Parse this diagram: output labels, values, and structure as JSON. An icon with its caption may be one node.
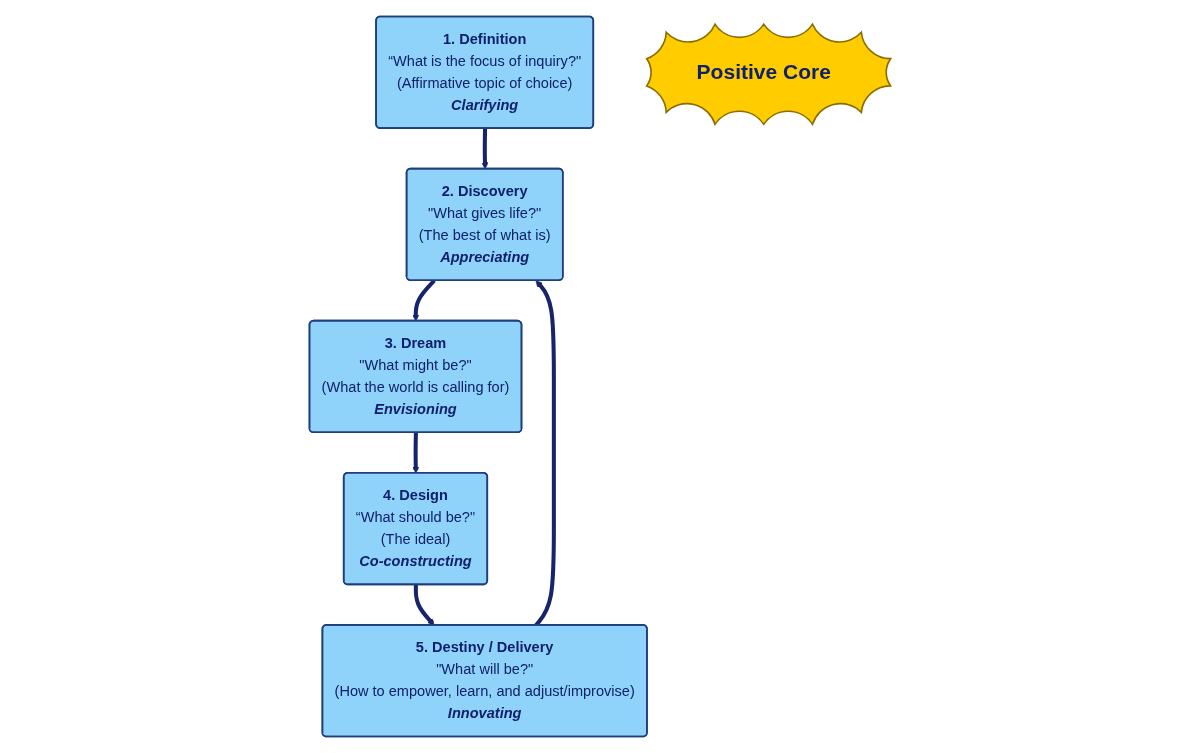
{
  "diagram": {
    "nodes": [
      {
        "text": [
          "1. Definition",
          "“What is the focus of inquiry?\"",
          "(Affirmative topic of choice)",
          "Clarifying"
        ]
      },
      {
        "text": [
          "2. Discovery",
          "\"What gives life?\"",
          "(The best of what is)",
          "Appreciating"
        ]
      },
      {
        "text": [
          "3. Dream",
          "\"What might be?\"",
          "(What the world is calling for)",
          "Envisioning"
        ]
      },
      {
        "text": [
          "4. Design",
          "“What should be?\"",
          "(The ideal)",
          "Co-constructing"
        ]
      },
      {
        "text": [
          "5. Destiny / Delivery",
          "\"What will be?\"",
          "(How to empower, learn, and adjust/improvise)",
          "Innovating"
        ]
      },
      {
        "text": [
          "Positive Core"
        ]
      }
    ],
    "edges": [
      {
        "from": 0,
        "to": 1,
        "arrow": "to"
      },
      {
        "from": 1,
        "to": 2,
        "arrow": "to"
      },
      {
        "from": 2,
        "to": 3,
        "arrow": "to"
      },
      {
        "from": 3,
        "to": 4,
        "arrow": "to"
      },
      {
        "from": 4,
        "to": 1,
        "arrow": "to"
      }
    ]
  }
}
